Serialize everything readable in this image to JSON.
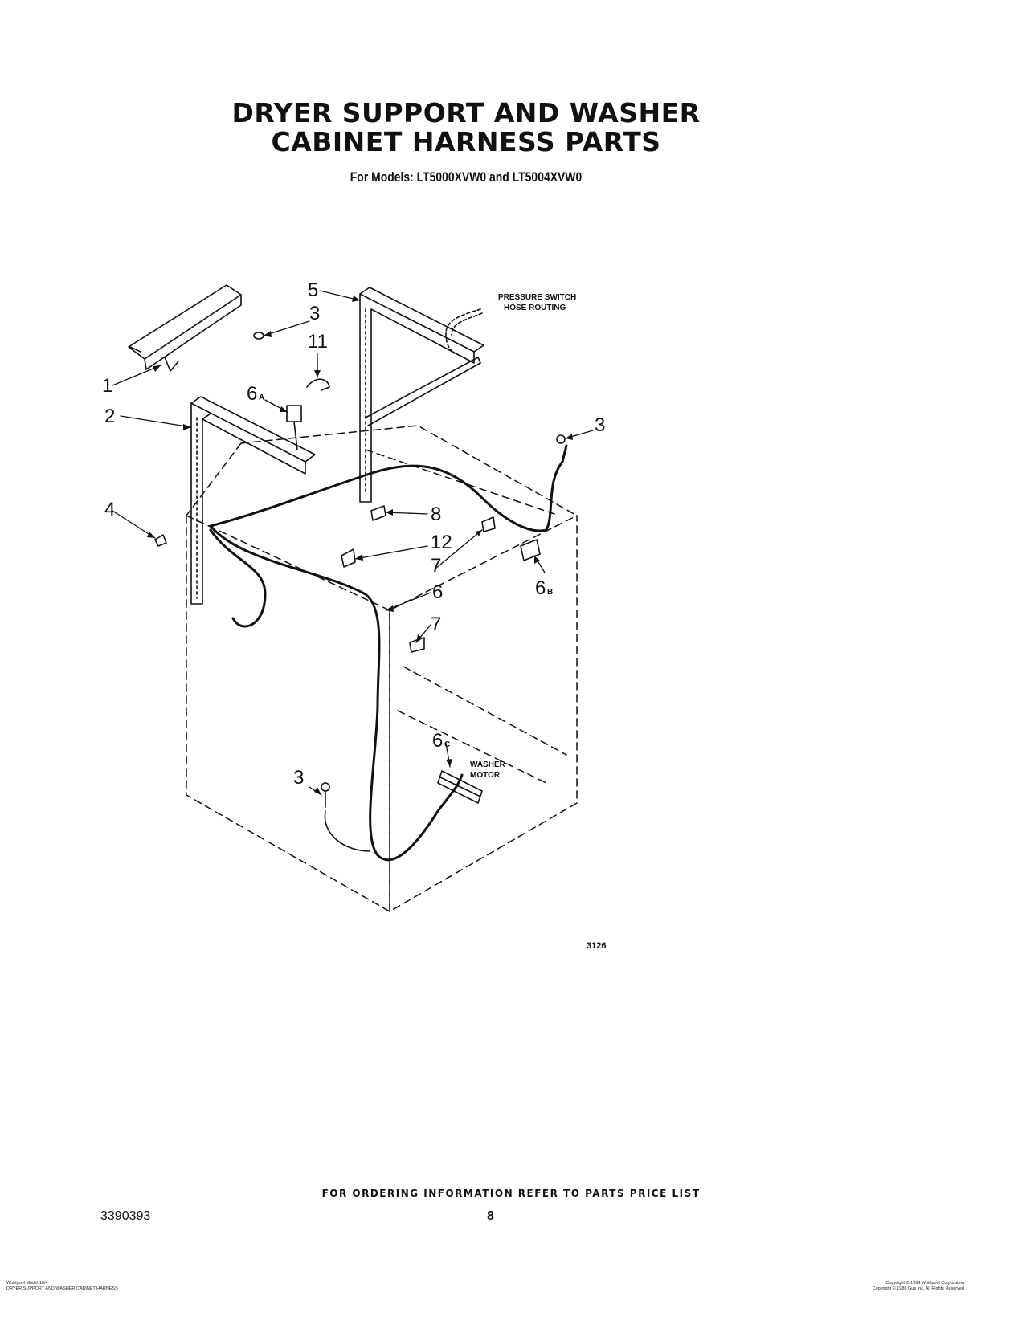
{
  "header": {
    "title_line1": "DRYER SUPPORT AND WASHER",
    "title_line2": "CABINET HARNESS PARTS",
    "models": "For Models: LT5000XVW0 and LT5004XVW0"
  },
  "diagram": {
    "callouts": {
      "c1": "1",
      "c2": "2",
      "c3a": "3",
      "c3b": "3",
      "c3c": "3",
      "c4": "4",
      "c5": "5",
      "c6": "6",
      "c6a": "6",
      "c6a_sub": "A",
      "c6b": "6",
      "c6b_sub": "B",
      "c6c": "6",
      "c6c_sub": "C",
      "c7a": "7",
      "c7b": "7",
      "c8": "8",
      "c11": "11",
      "c12": "12"
    },
    "notes": {
      "pressure_line1": "PRESSURE SWITCH",
      "pressure_line2": "HOSE ROUTING",
      "motor_line1": "WASHER",
      "motor_line2": "MOTOR"
    },
    "figure_number": "3126"
  },
  "footer": {
    "ordering": "FOR ORDERING INFORMATION REFER TO PARTS PRICE LIST",
    "doc_number": "3390393",
    "page_number": "8",
    "left_line1": "Whirlpool Model 10/4",
    "left_line2": "DRYER SUPPORT AND WASHER CABINET HARNESS",
    "right_line1": "Copyright © 1994 Whirlpool Corporation",
    "right_line2": "Copyright © 1985 Gus Inc. All Rights Reserved"
  }
}
